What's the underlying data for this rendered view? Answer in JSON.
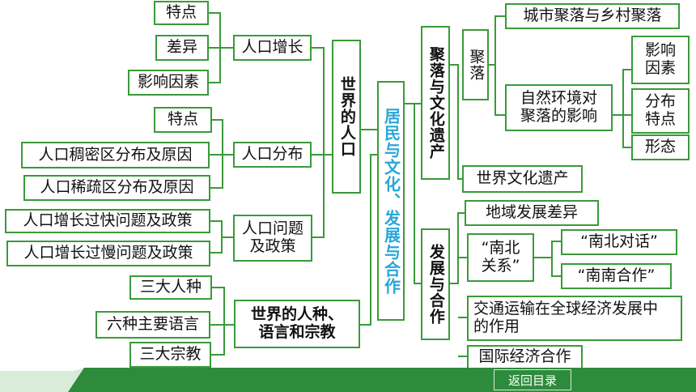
{
  "center": "居民与文化、发展与合作",
  "left": {
    "world_population": "世界的人口",
    "growth": {
      "label": "人口增长",
      "items": [
        "特点",
        "差异",
        "影响因素"
      ]
    },
    "distribution": {
      "label": "人口分布",
      "items": [
        "特点",
        "人口稠密区分布及原因",
        "人口稀疏区分布及原因"
      ]
    },
    "problems": {
      "label": "人口问题\n及政策",
      "items": [
        "人口增长过快问题及政策",
        "人口增长过慢问题及政策"
      ]
    },
    "race_lang_religion": {
      "label": "世界的人种、\n语言和宗教",
      "items": [
        "三大人种",
        "六种主要语言",
        "三大宗教"
      ]
    }
  },
  "right": {
    "settlement_heritage": "聚落与文化遗产",
    "settlement": "聚落",
    "urban_rural": "城市聚落与乡村聚落",
    "natural_env": "自然环境对\n聚落的影响",
    "influence_factors": "影响\n因素",
    "distribution_features": "分布\n特点",
    "form": "形态",
    "world_heritage": "世界文化遗产",
    "development_cooperation": "发展与合作",
    "regional_gap": "地域发展差异",
    "north_south": "“南北\n关系”",
    "north_south_dialogue": "“南北对话”",
    "south_south_coop": "“南南合作”",
    "transport": "交通运输在全球经济发展中\n的作用",
    "intl_coop": "国际经济合作"
  },
  "footer": {
    "back_label": "返回目录"
  },
  "colors": {
    "border": "#3a9a3a",
    "center_text": "#29a6d8",
    "footer_green": "#2e8b3c"
  }
}
